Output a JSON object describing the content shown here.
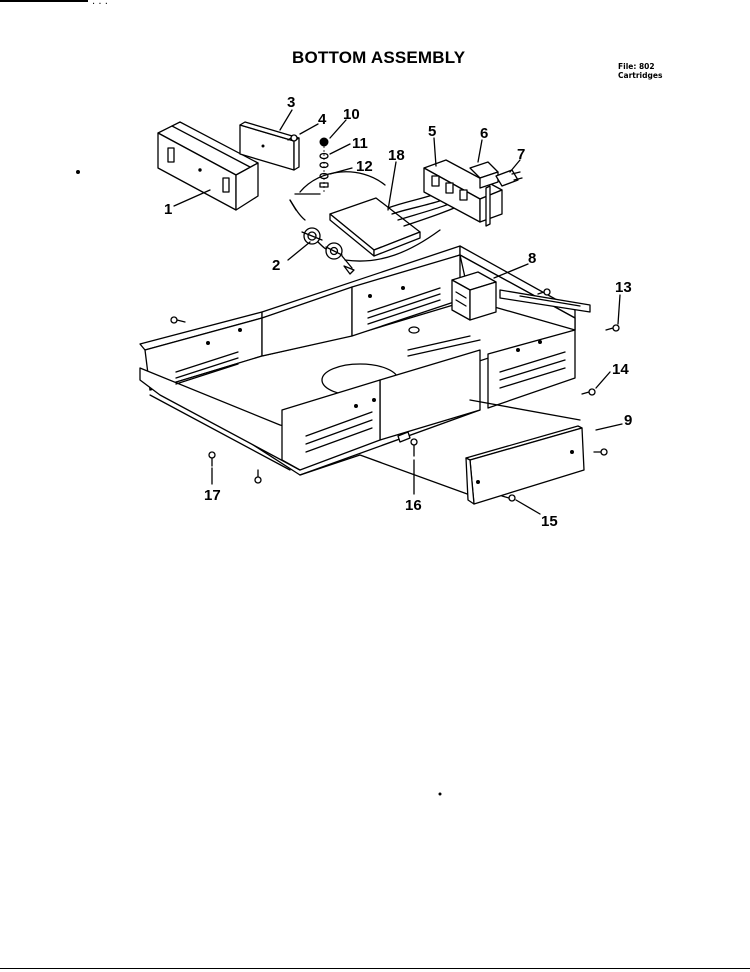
{
  "page": {
    "title": "BOTTOM ASSEMBLY",
    "file_label": "File: 802",
    "file_sub": "Cartridges",
    "top_marks": ". . ."
  },
  "callouts": [
    "1",
    "2",
    "3",
    "4",
    "5",
    "6",
    "7",
    "8",
    "9",
    "10",
    "11",
    "12",
    "13",
    "14",
    "15",
    "16",
    "17",
    "18"
  ]
}
